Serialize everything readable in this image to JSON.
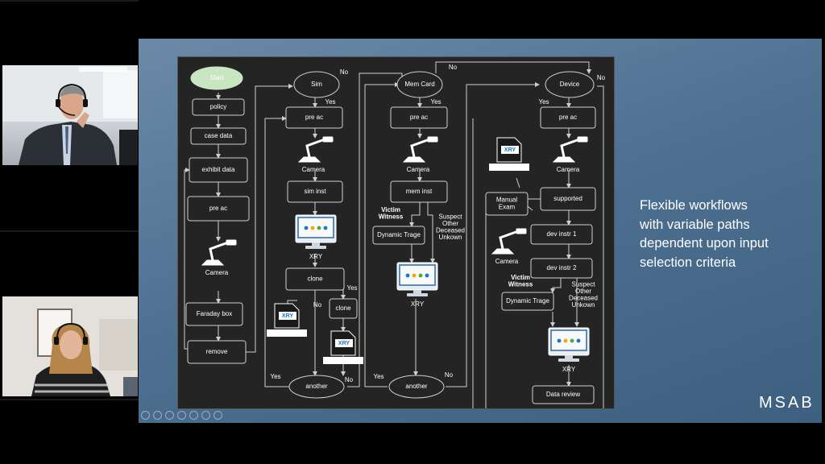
{
  "participants": [
    {
      "id": "participant-1"
    },
    {
      "id": "participant-2"
    }
  ],
  "slide": {
    "text_lines": [
      "Flexible workflows",
      "with variable paths",
      "dependent upon input",
      "selection criteria"
    ],
    "brand": "MSAB"
  },
  "flowchart": {
    "nodes": {
      "start": "Start",
      "policy": "policy",
      "case_data": "case data",
      "exhibit_data": "exhibit data",
      "pre_ac_main": "pre ac",
      "camera_main": "Camera",
      "faraday": "Faraday box",
      "remove": "remove",
      "sim": "Sim",
      "pre_ac_sim": "pre ac",
      "camera_sim": "Camera",
      "sim_inst": "sim inst",
      "xry_sim": "XRY",
      "clone1": "clone",
      "clone2": "clone",
      "another1": "another",
      "mem": "Mem Card",
      "pre_ac_mem": "pre ac",
      "camera_mem": "Camera",
      "mem_inst": "mem inst",
      "dyn1": "Dynamic Trage",
      "xry_mem": "XRY",
      "another2": "another",
      "device": "Device",
      "pre_ac_dev": "pre ac",
      "camera_dev": "Camera",
      "supported": "supported",
      "manual": "Manual\nExam",
      "camera_manual": "Camera",
      "dev1": "dev instr 1",
      "dev2": "dev instr 2",
      "dyn2": "Dynamic Trage",
      "xry_dev": "XRY",
      "review": "Data review"
    },
    "edge_labels": {
      "yes": "Yes",
      "no": "No",
      "victim": "Victim\nWitness",
      "suspect": "Suspect\nOther\nDeceased\nUnkown"
    },
    "xry_file_label": "XRY"
  }
}
